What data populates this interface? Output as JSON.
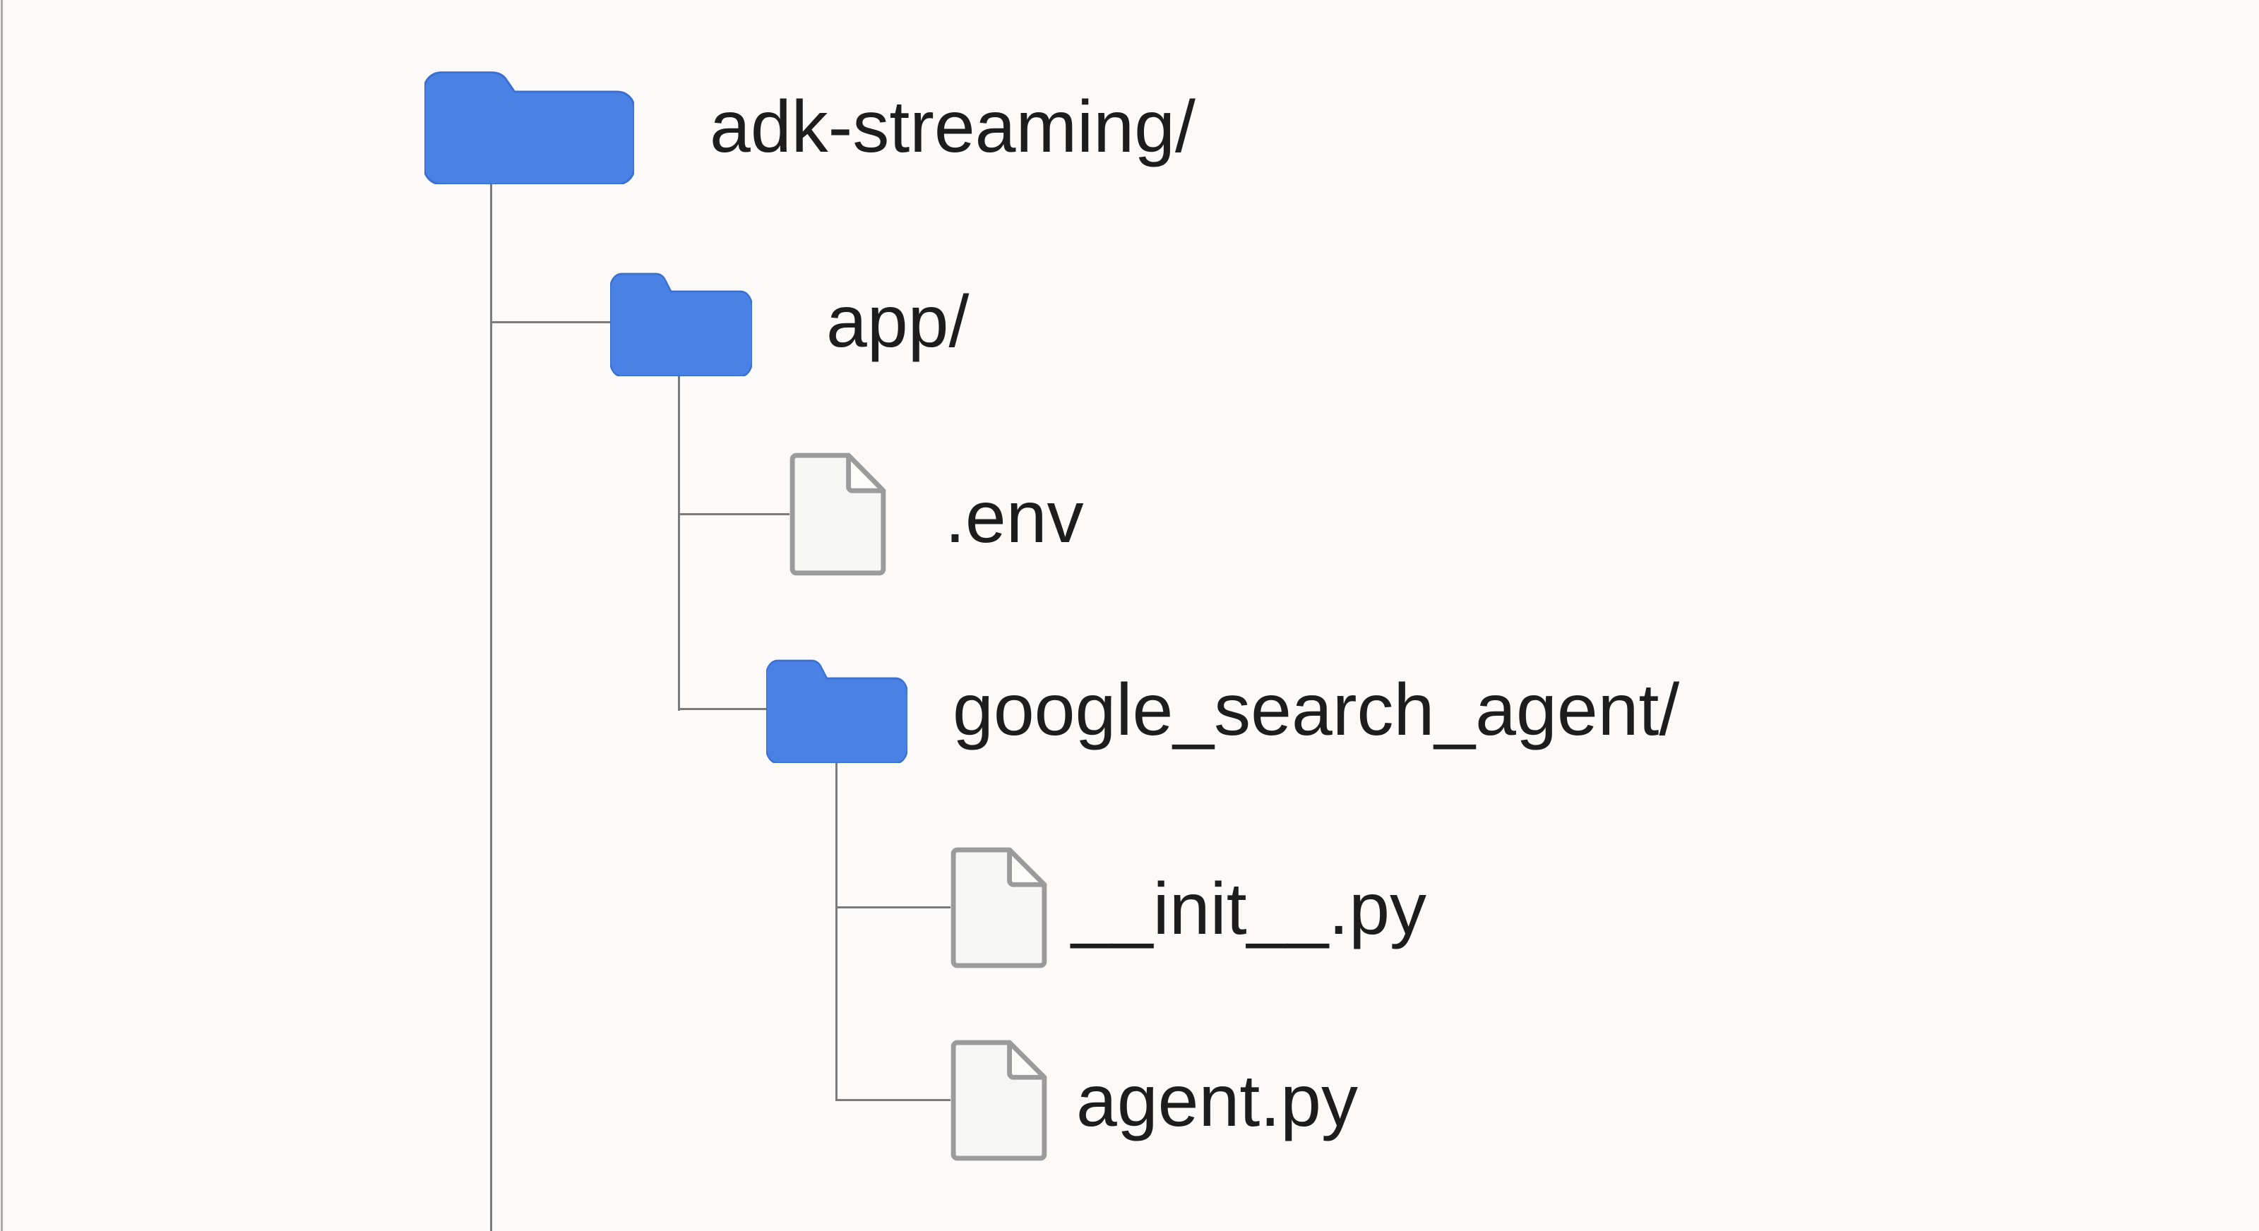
{
  "diagram": {
    "type": "file-tree",
    "nodes": [
      {
        "label": "adk-streaming/",
        "kind": "folder",
        "depth": 0
      },
      {
        "label": "app/",
        "kind": "folder",
        "depth": 1
      },
      {
        "label": ".env",
        "kind": "file",
        "depth": 2
      },
      {
        "label": "google_search_agent/",
        "kind": "folder",
        "depth": 2
      },
      {
        "label": "__init__.py",
        "kind": "file",
        "depth": 3
      },
      {
        "label": "agent.py",
        "kind": "file",
        "depth": 3
      }
    ],
    "colors": {
      "bg": "#fbfaf8",
      "edge": "#a8a8a8",
      "line": "#7b7b7b",
      "text": "#1d1d1d",
      "folder": "#4a81e4",
      "folder_stroke": "#3a6fd0",
      "file_fill": "#f6f6f5",
      "file_stroke": "#9b9b9b",
      "file_flap": "#fcfcfb"
    }
  }
}
